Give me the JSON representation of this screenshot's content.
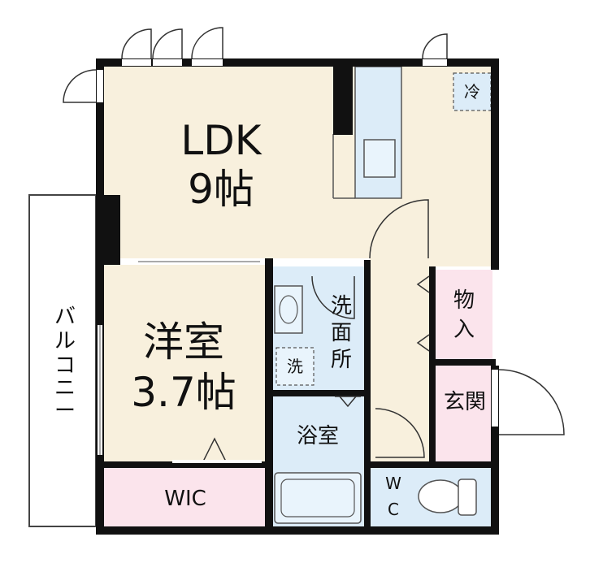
{
  "colors": {
    "ldk": "#f8f0dd",
    "bedroom": "#f8f0dd",
    "hall": "#f8f0dd",
    "wic": "#fbe4ec",
    "storage": "#fbe4ec",
    "entrance": "#fbe4ec",
    "wet": "#dcecf8",
    "wall": "#111111",
    "balcony": "#ffffff"
  },
  "rooms": {
    "ldk": {
      "name": "LDK",
      "size": "9帖"
    },
    "bedroom": {
      "name": "洋室",
      "size": "3.7帖"
    },
    "wic": {
      "name": "WIC"
    },
    "washroom": {
      "c1": "洗",
      "c2": "面",
      "c3": "所"
    },
    "washer": {
      "label": "洗"
    },
    "fridge": {
      "label": "冷"
    },
    "bath": {
      "name": "浴室"
    },
    "toilet": {
      "c1": "W",
      "c2": "C"
    },
    "storage": {
      "c1": "物",
      "c2": "入"
    },
    "entrance": {
      "name": "玄関"
    },
    "balcony": {
      "c1": "バ",
      "c2": "ル",
      "c3": "コ",
      "c4": "ニ",
      "c5": "ー"
    }
  }
}
